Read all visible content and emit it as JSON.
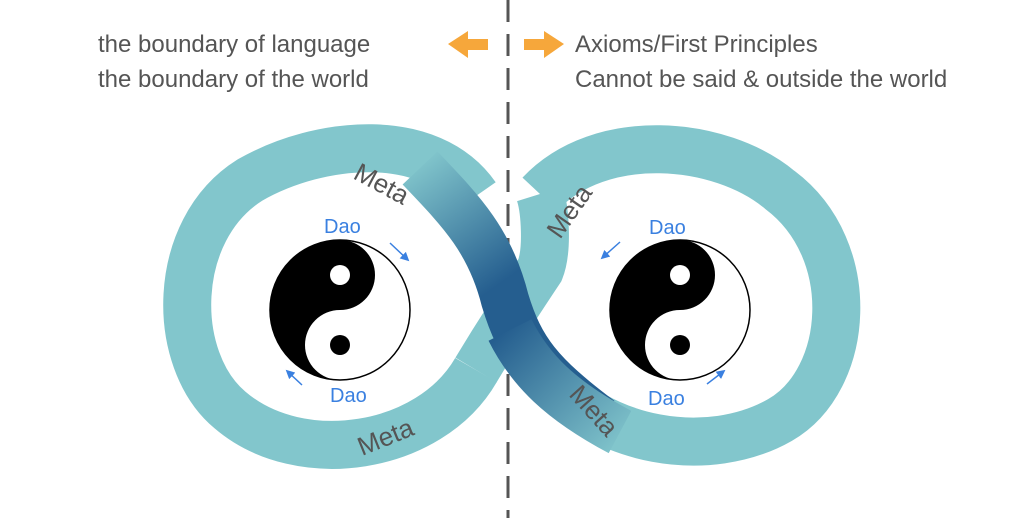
{
  "left_text": {
    "line1": "the boundary of language",
    "line2": "the boundary of the world"
  },
  "right_text": {
    "line1": "Axioms/First Principles",
    "line2": "Cannot be said & outside the world"
  },
  "labels": {
    "meta": "Meta",
    "dao": "Dao"
  },
  "colors": {
    "band": "#82c6cc",
    "band_dark": "#255e8f",
    "arrow": "#f6a73b",
    "dao_text": "#3a80e0",
    "meta_text": "#555555",
    "caption_text": "#555555",
    "divider": "#555555"
  }
}
